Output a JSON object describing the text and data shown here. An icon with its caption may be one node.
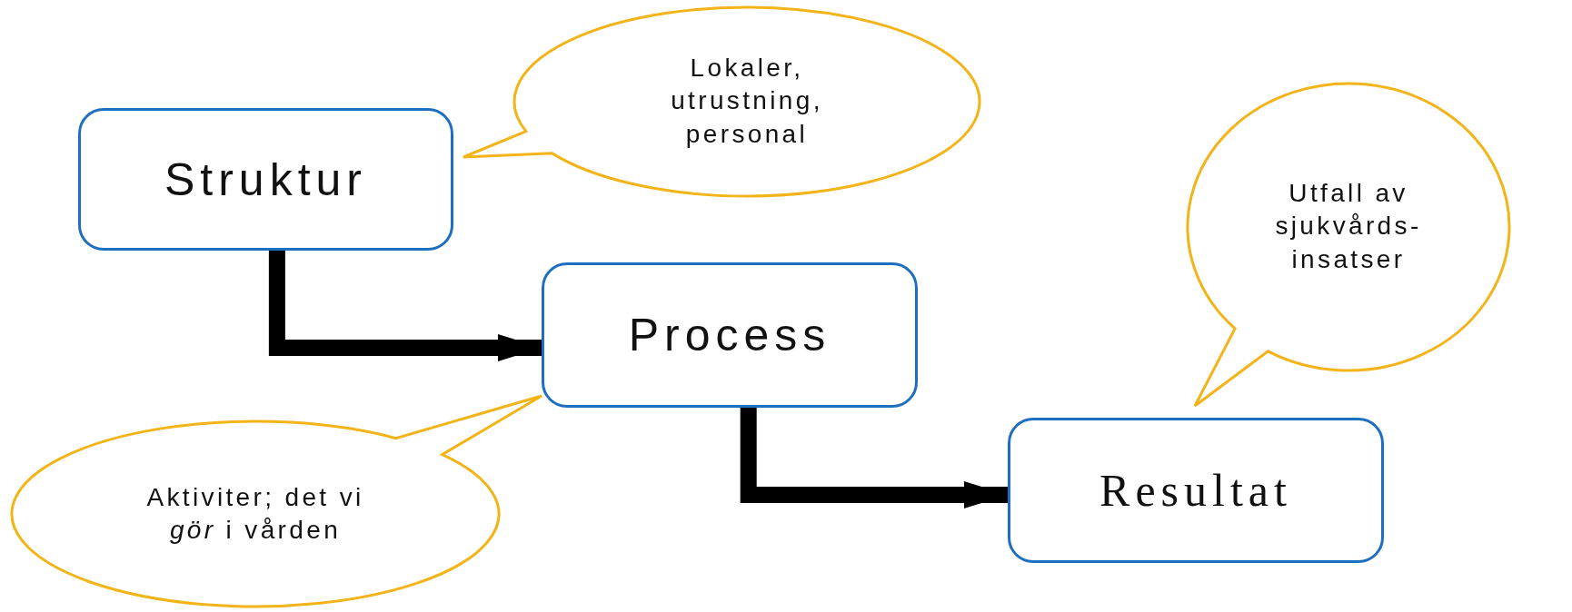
{
  "diagram": {
    "nodes": [
      {
        "text": [
          "Struktur"
        ]
      },
      {
        "text": [
          "Lokaler, utrustning, personal"
        ]
      },
      {
        "text": [
          "Process"
        ]
      },
      {
        "text": [
          "Utfall av sjukvårds- insatser"
        ]
      },
      {
        "text": [
          "Aktiviter; det vi *gör* i vården"
        ]
      },
      {
        "text": [
          "Resultat"
        ]
      }
    ],
    "edges": [
      {
        "from": 0,
        "to": 2,
        "arrow": "to"
      },
      {
        "from": 2,
        "to": 5,
        "arrow": "to"
      }
    ]
  }
}
